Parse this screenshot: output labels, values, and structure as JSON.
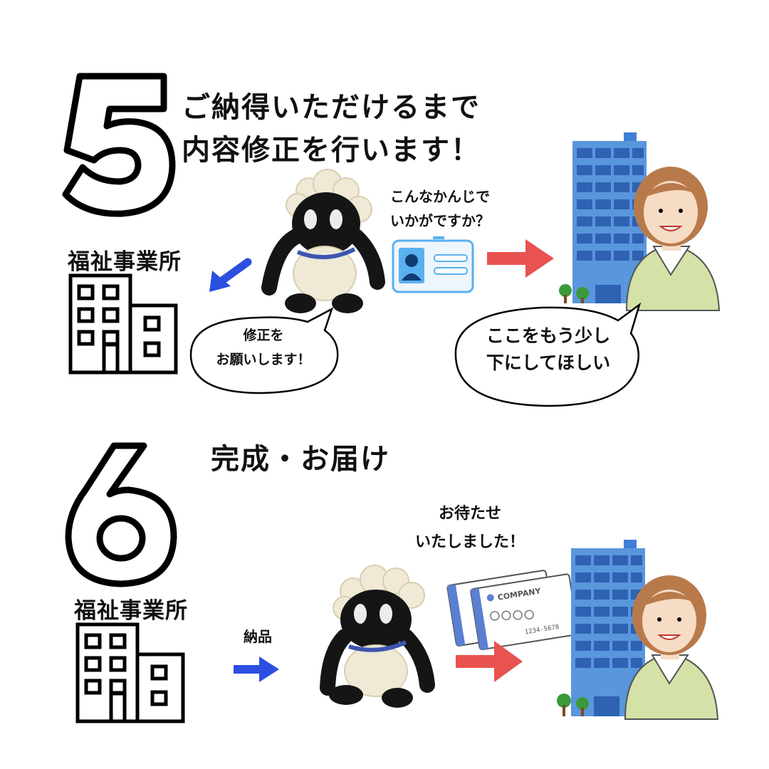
{
  "section5": {
    "number": "5",
    "heading_line1": "ご納得いただけるまで",
    "heading_line2": "内容修正を行います！",
    "office_label": "福祉事業所",
    "staff_bubble_line1": "修正を",
    "staff_bubble_line2": "お願いします！",
    "proposal_line1": "こんなかんじで",
    "proposal_line2": "いかがですか？",
    "client_bubble_line1": "ここをもう少し",
    "client_bubble_line2": "下にしてほしい"
  },
  "section6": {
    "number": "6",
    "heading": "完成・お届け",
    "office_label": "福祉事業所",
    "delivery_label": "納品",
    "wait_line1": "お待たせ",
    "wait_line2": "いたしました！",
    "card_company": "COMPANY",
    "card_number": "1234-5678"
  },
  "colors": {
    "blue_arrow": "#2b4fe0",
    "red_arrow": "#e8524f",
    "building_blue": "#3f7fd6",
    "client_sweater": "#d4e2a8",
    "client_hair": "#b87a4b"
  }
}
